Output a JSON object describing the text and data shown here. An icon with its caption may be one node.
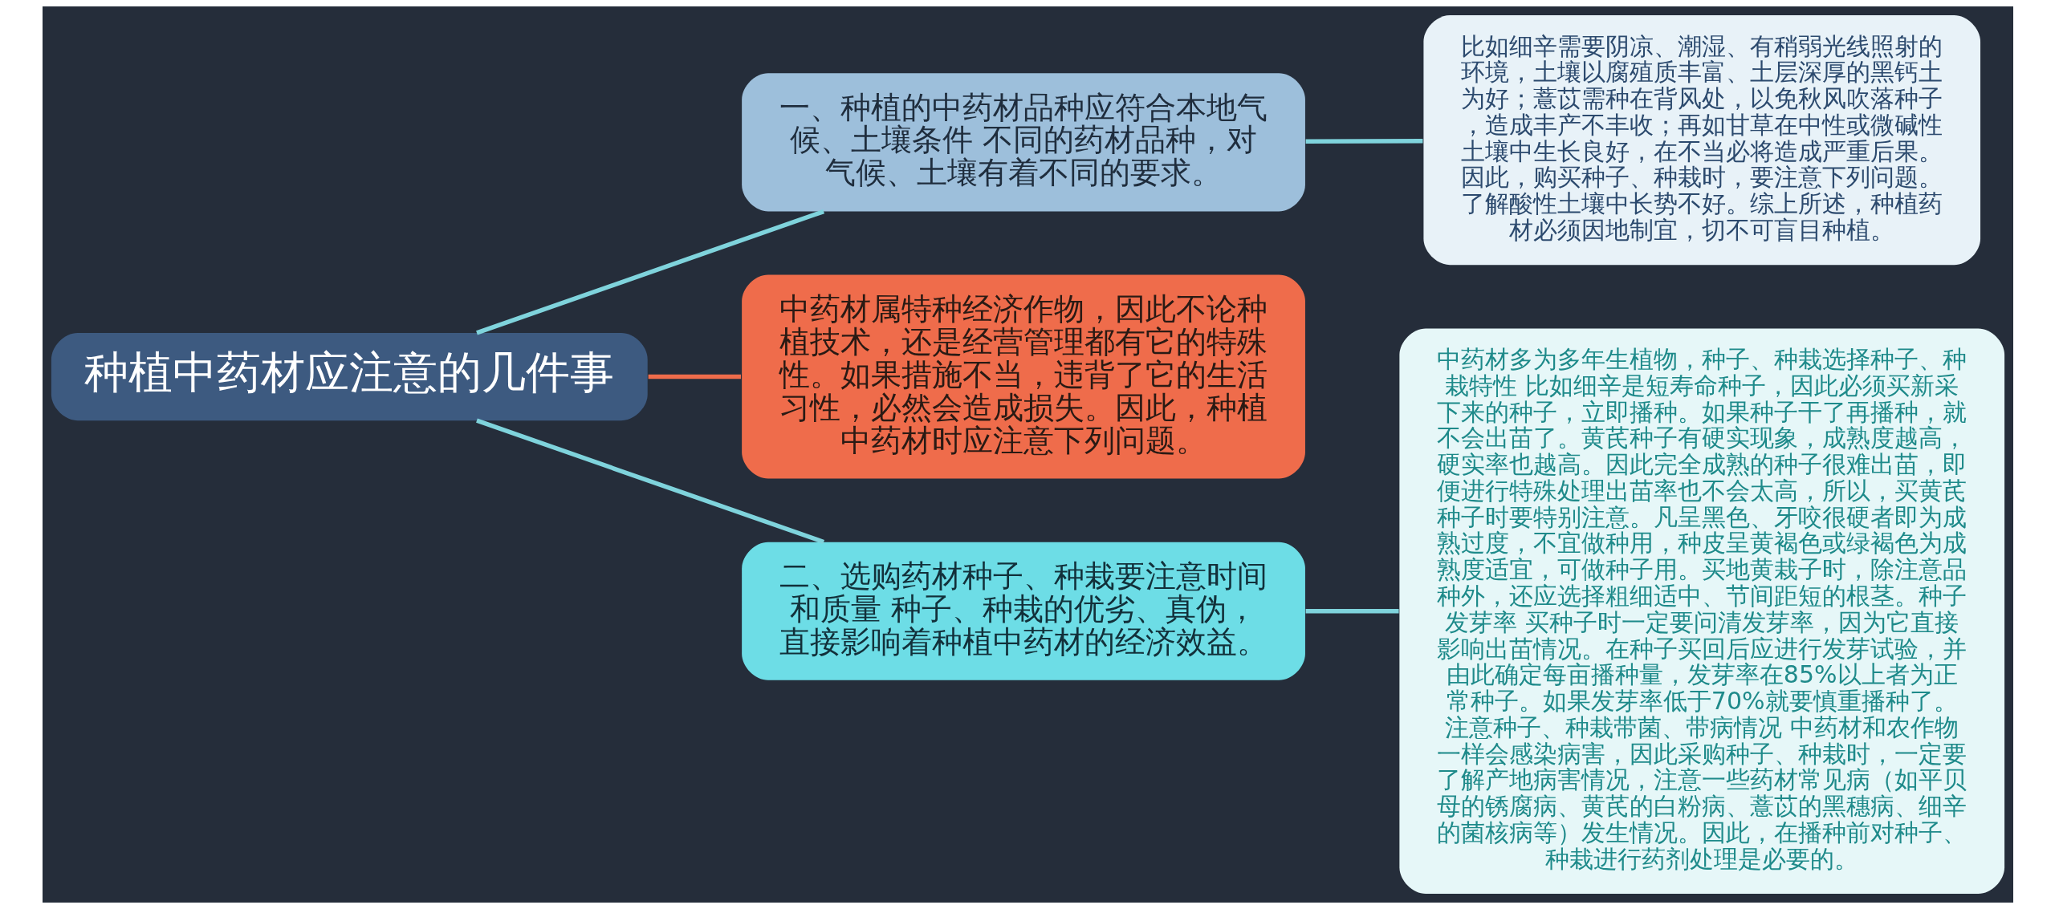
{
  "diagram": {
    "nodes": [
      {
        "text": [
          "种植中药材应注意的几件事"
        ]
      },
      {
        "text": [
          "一、种植的中药材品种应符合本地气候、土壤条件 不同的药材品种，对气候、土壤有着不同的要求。"
        ]
      },
      {
        "text": [
          "比如细辛需要阴凉、潮湿、有稍弱光线照射的环境，土壤以腐殖质丰富、土层深厚的黑钙土为好；薏苡需种在背风处，以免秋风吹落种子，造成丰产不丰收；再如甘草在中性或微碱性土壤中生长良好，在不当必将造成严重后果。因此，购买种子、种栽时，要注意下列问题。了解酸性土壤中长势不好。综上所述，种植药材必须因地制宜，切不可盲目种植。"
        ]
      },
      {
        "text": [
          "中药材属特种经济作物，因此不论种植技术，还是经营管理都有它的特殊性。如果措施不当，违背了它的生活习性，必然会造成损失。因此，种植中药材时应注意下列问题。"
        ]
      },
      {
        "text": [
          "二、选购药材种子、种栽要注意时间和质量 种子、种栽的优劣、真伪，直接影响着种植中药材的经济效益。"
        ]
      },
      {
        "text": [
          "中药材多为多年生植物，种子、种栽选择种子、种栽特性 比如细辛是短寿命种子，因此必须买新采下来的种子，立即播种。如果种子干了再播种，就不会出苗了。黄芪种子有硬实现象，成熟度越高，硬实率也越高。因此完全成熟的种子很难出苗，即便进行特殊处理出苗率也不会太高，所以，买黄芪种子时要特别注意。凡呈黑色、牙咬很硬者即为成熟过度，不宜做种用，种皮呈黄褐色或绿褐色为成熟度适宜，可做种子用。买地黄栽子时，除注意品种外，还应选择粗细适中、节间距短的根茎。种子发芽率 买种子时一定要问清发芽率，因为它直接影响出苗情况。在种子买回后应进行发芽试验，并由此确定每亩播种量，发芽率在85%以上者为正常种子。如果发芽率低于70%就要慎重播种了。注意种子、种栽带菌、带病情况 中药材和农作物一样会感染病害，因此采购种子、种栽时，一定要了解产地病害情况，注意一些药材常见病（如平贝母的锈腐病、黄芪的白粉病、薏苡的黑穗病、细辛的菌核病等）发生情况。因此，在播种前对种子、种栽进行药剂处理是必要的。"
        ]
      }
    ],
    "edges": [
      {
        "from": 0,
        "to": 1,
        "arrow": "none"
      },
      {
        "from": 1,
        "to": 2,
        "arrow": "none"
      },
      {
        "from": 0,
        "to": 3,
        "arrow": "none",
        "color": "#ef6c4b"
      },
      {
        "from": 0,
        "to": 4,
        "arrow": "none"
      },
      {
        "from": 4,
        "to": 5,
        "arrow": "none"
      }
    ]
  }
}
